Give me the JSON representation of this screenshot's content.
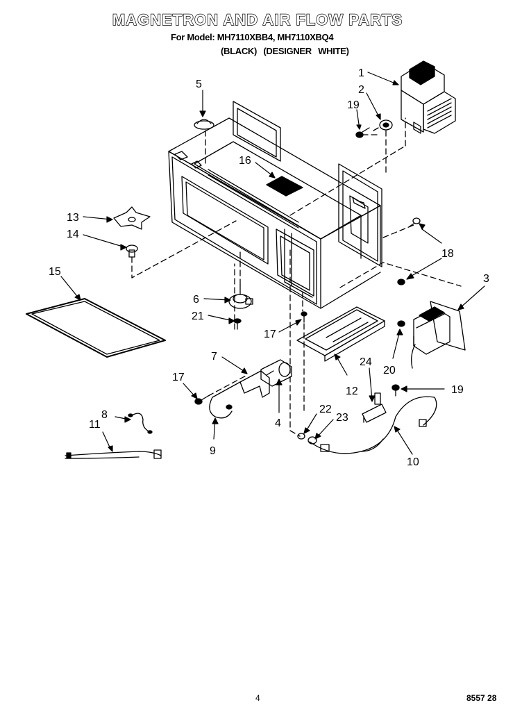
{
  "title": "MAGNETRON AND AIR FLOW PARTS",
  "model_line": "For Model: MH7110XBB4, MH7110XBQ4",
  "color_line": "(BLACK)    (DESIGNER WHITE)",
  "page_number": "4",
  "doc_code": "8557 28",
  "parts": {
    "p1": "1",
    "p2": "2",
    "p3": "3",
    "p4": "4",
    "p5": "5",
    "p6": "6",
    "p7": "7",
    "p8": "8",
    "p9": "9",
    "p10": "10",
    "p11": "11",
    "p12": "12",
    "p13": "13",
    "p14": "14",
    "p15": "15",
    "p16": "16",
    "p17a": "17",
    "p17b": "17",
    "p18": "18",
    "p19a": "19",
    "p19b": "19",
    "p20": "20",
    "p21": "21",
    "p22": "22",
    "p23": "23",
    "p24": "24"
  }
}
